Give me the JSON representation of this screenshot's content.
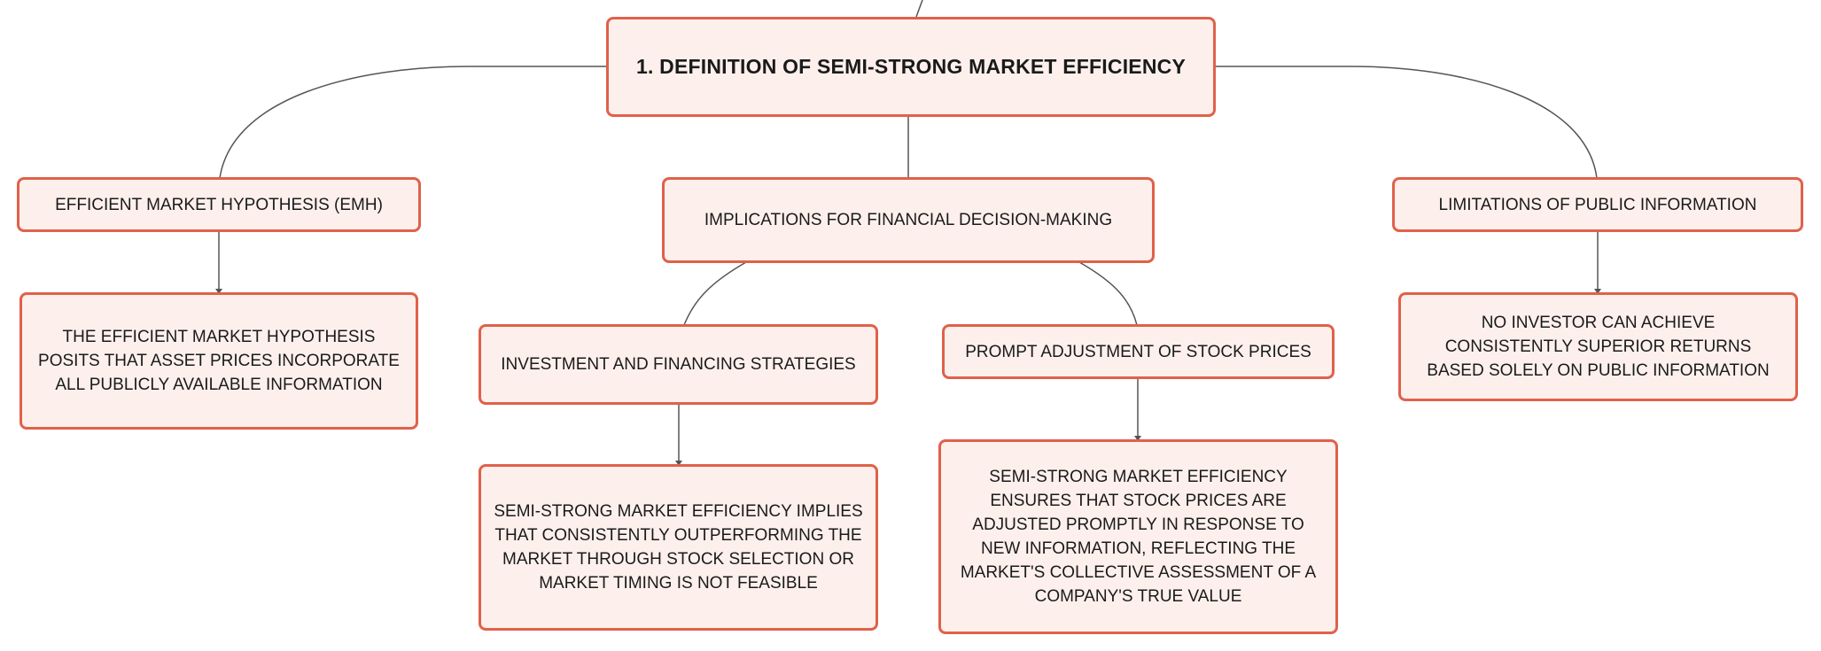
{
  "diagram": {
    "colors": {
      "node_fill": "#fdf0ec",
      "node_border": "#e0614a",
      "text": "#1a1a1a",
      "connector": "#555555"
    },
    "root": {
      "label": "1. DEFINITION OF SEMI-STRONG MARKET EFFICIENCY"
    },
    "branches": {
      "emh": {
        "label": "EFFICIENT MARKET HYPOTHESIS (EMH)",
        "detail": "THE EFFICIENT MARKET HYPOTHESIS POSITS THAT ASSET PRICES INCORPORATE ALL PUBLICLY AVAILABLE INFORMATION"
      },
      "implications": {
        "label": "IMPLICATIONS FOR FINANCIAL DECISION-MAKING",
        "investment": {
          "label": "INVESTMENT AND FINANCING STRATEGIES",
          "detail": "SEMI-STRONG MARKET EFFICIENCY IMPLIES THAT CONSISTENTLY OUTPERFORMING THE MARKET THROUGH STOCK SELECTION OR MARKET TIMING IS NOT FEASIBLE"
        },
        "prompt": {
          "label": "PROMPT ADJUSTMENT OF STOCK PRICES",
          "detail": "SEMI-STRONG MARKET EFFICIENCY ENSURES THAT STOCK PRICES ARE ADJUSTED PROMPTLY IN RESPONSE TO NEW INFORMATION, REFLECTING THE MARKET'S COLLECTIVE ASSESSMENT OF A COMPANY'S TRUE VALUE"
        }
      },
      "limitations": {
        "label": "LIMITATIONS OF PUBLIC INFORMATION",
        "detail": "NO INVESTOR CAN ACHIEVE CONSISTENTLY SUPERIOR RETURNS BASED SOLELY ON PUBLIC INFORMATION"
      }
    }
  }
}
